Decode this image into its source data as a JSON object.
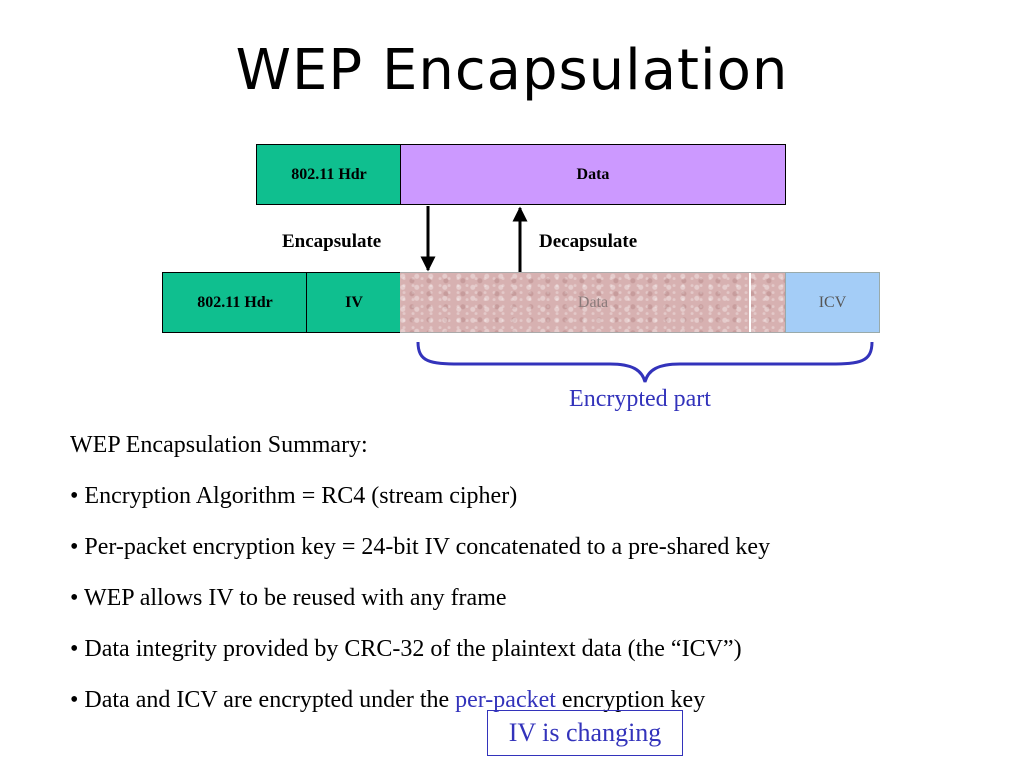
{
  "title": "WEP Encapsulation",
  "top_frame": {
    "hdr": "802.11 Hdr",
    "data": "Data"
  },
  "arrows": {
    "encapsulate": "Encapsulate",
    "decapsulate": "Decapsulate"
  },
  "bottom_frame": {
    "hdr": "802.11 Hdr",
    "iv": "IV",
    "data": "Data",
    "icv": "ICV"
  },
  "encrypted_label": "Encrypted part",
  "summary": {
    "heading": "WEP Encapsulation Summary:",
    "bullets": [
      "• Encryption Algorithm = RC4 (stream cipher)",
      "• Per-packet encryption key = 24-bit IV concatenated to a pre-shared key",
      "• WEP allows IV to be reused with any frame",
      "• Data integrity provided by CRC-32 of the plaintext data (the “ICV”)"
    ],
    "last_bullet": {
      "before": "• Data and ICV are encrypted under the ",
      "highlight": "per-packet",
      "after": " encryption key"
    }
  },
  "note": "IV is changing",
  "colors": {
    "header_green": "#0fbf8f",
    "data_purple": "#cc99ff",
    "icv_blue": "#a4cdf7",
    "encrypted_rose": "#d7b1b1",
    "accent_blue": "#3333bb"
  }
}
